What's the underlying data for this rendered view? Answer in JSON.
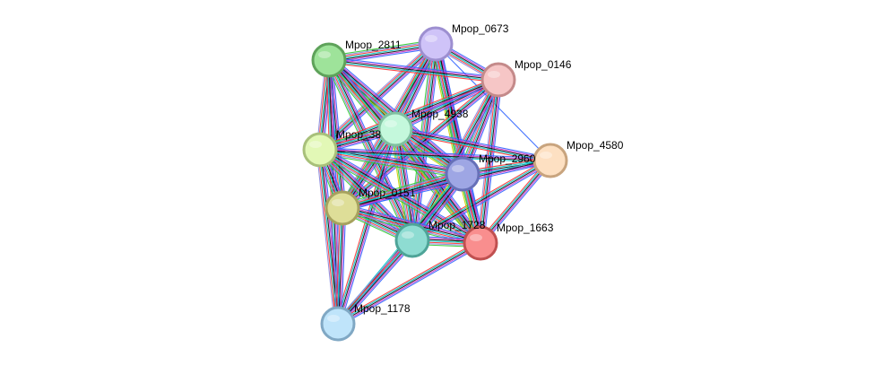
{
  "network": {
    "nodes": [
      {
        "id": "mpop-0673",
        "label": "Mpop_0673",
        "fill": "#cfc3f8",
        "stroke": "#9d8fd0"
      },
      {
        "id": "mpop-2811",
        "label": "Mpop_2811",
        "fill": "#9ee39a",
        "stroke": "#5ea25a"
      },
      {
        "id": "mpop-0146",
        "label": "Mpop_0146",
        "fill": "#f6c6c6",
        "stroke": "#c48a8a"
      },
      {
        "id": "mpop-4938",
        "label": "Mpop_4938",
        "fill": "#c4f8dc",
        "stroke": "#80c0a0"
      },
      {
        "id": "mpop-38xx",
        "label": "Mpop_38",
        "fill": "#e2f8b6",
        "stroke": "#a8c07a"
      },
      {
        "id": "mpop-4580",
        "label": "Mpop_4580",
        "fill": "#fde0c2",
        "stroke": "#c8a47e"
      },
      {
        "id": "mpop-2960",
        "label": "Mpop_2960",
        "fill": "#9ea6e4",
        "stroke": "#6670b8"
      },
      {
        "id": "mpop-0151",
        "label": "Mpop_0151",
        "fill": "#dede98",
        "stroke": "#a6a25e"
      },
      {
        "id": "mpop-1728",
        "label": "Mpop_1728",
        "fill": "#8edcd2",
        "stroke": "#4ea498"
      },
      {
        "id": "mpop-1663",
        "label": "Mpop_1663",
        "fill": "#f98e8e",
        "stroke": "#c05050"
      },
      {
        "id": "mpop-1178",
        "label": "Mpop_1178",
        "fill": "#bfe4fa",
        "stroke": "#80a8c4"
      }
    ],
    "edge_colors": [
      "#33cc33",
      "#cccc00",
      "#3366ff",
      "#cc33cc",
      "#111111",
      "#00cccc",
      "#ff3333",
      "#8888dd"
    ]
  }
}
